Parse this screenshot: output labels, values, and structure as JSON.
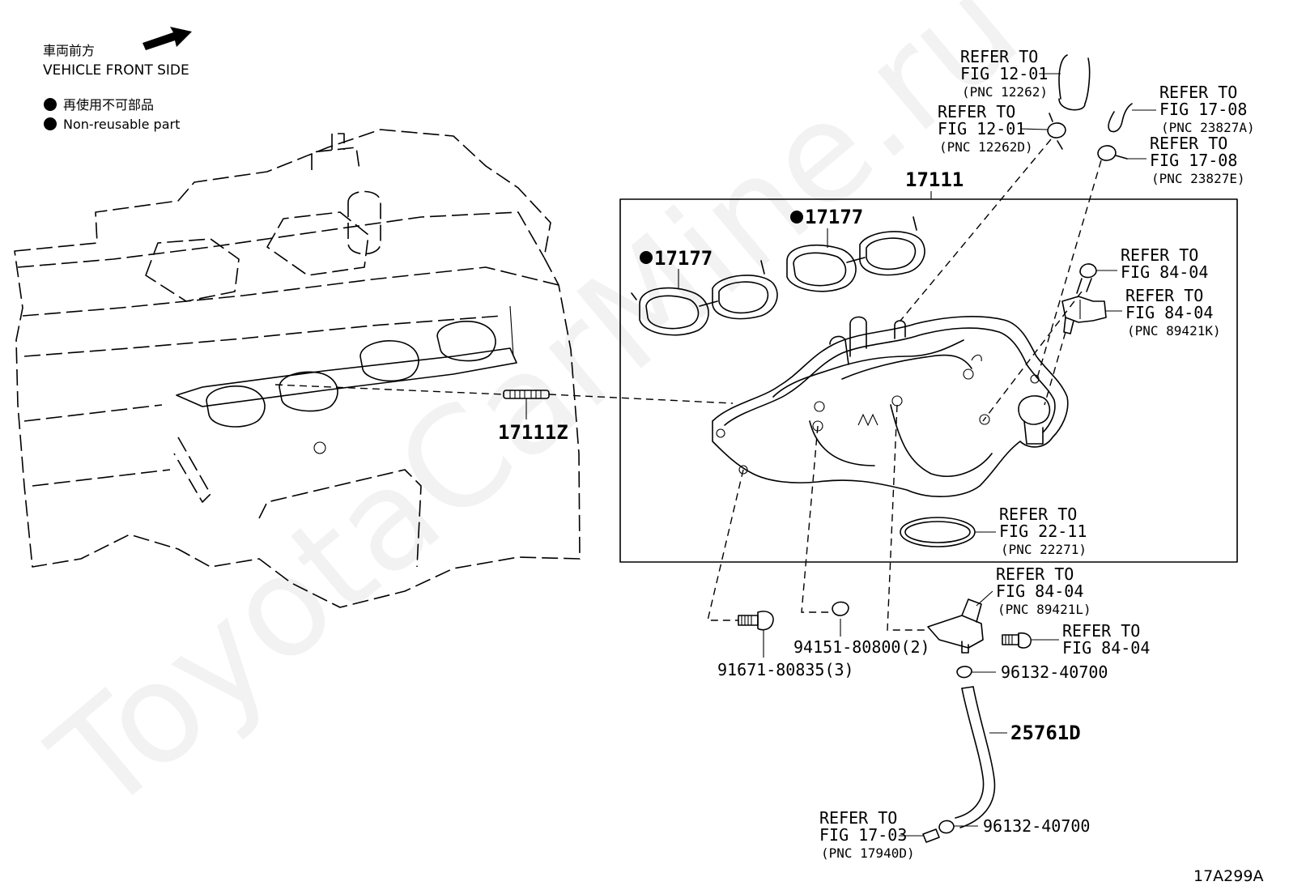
{
  "watermark": "ToyotaCarMine.ru",
  "figure_code": "17A299A",
  "legend": {
    "front_jp": "車両前方",
    "front_en": "VEHICLE FRONT SIDE",
    "nonreusable_jp": "再使用不可部品",
    "nonreusable_en": "Non-reusable part"
  },
  "group_label": "17111",
  "parts": {
    "gasket_left": "17177",
    "gasket_right": "17177",
    "stud": "17111Z",
    "bolt": "91671-80835(3)",
    "nut": "94151-80800(2)",
    "clamp_upper": "96132-40700",
    "hose": "25761D",
    "clamp_lower": "96132-40700"
  },
  "refs": {
    "r1": {
      "l1": "REFER TO",
      "l2": "FIG 12-01",
      "l3": "(PNC 12262)"
    },
    "r2": {
      "l1": "REFER TO",
      "l2": "FIG 12-01",
      "l3": "(PNC 12262D)"
    },
    "r3": {
      "l1": "REFER TO",
      "l2": "FIG 17-08",
      "l3": "(PNC 23827A)"
    },
    "r4": {
      "l1": "REFER TO",
      "l2": "FIG 17-08",
      "l3": "(PNC 23827E)"
    },
    "r5": {
      "l1": "REFER TO",
      "l2": "FIG 84-04"
    },
    "r6": {
      "l1": "REFER TO",
      "l2": "FIG 84-04",
      "l3": "(PNC 89421K)"
    },
    "r7": {
      "l1": "REFER TO",
      "l2": "FIG 22-11",
      "l3": "(PNC 22271)"
    },
    "r8": {
      "l1": "REFER TO",
      "l2": "FIG 84-04",
      "l3": "(PNC 89421L)"
    },
    "r9": {
      "l1": "REFER TO",
      "l2": "FIG 84-04"
    },
    "r10": {
      "l1": "REFER TO",
      "l2": "FIG 17-03",
      "l3": "(PNC 17940D)"
    }
  }
}
